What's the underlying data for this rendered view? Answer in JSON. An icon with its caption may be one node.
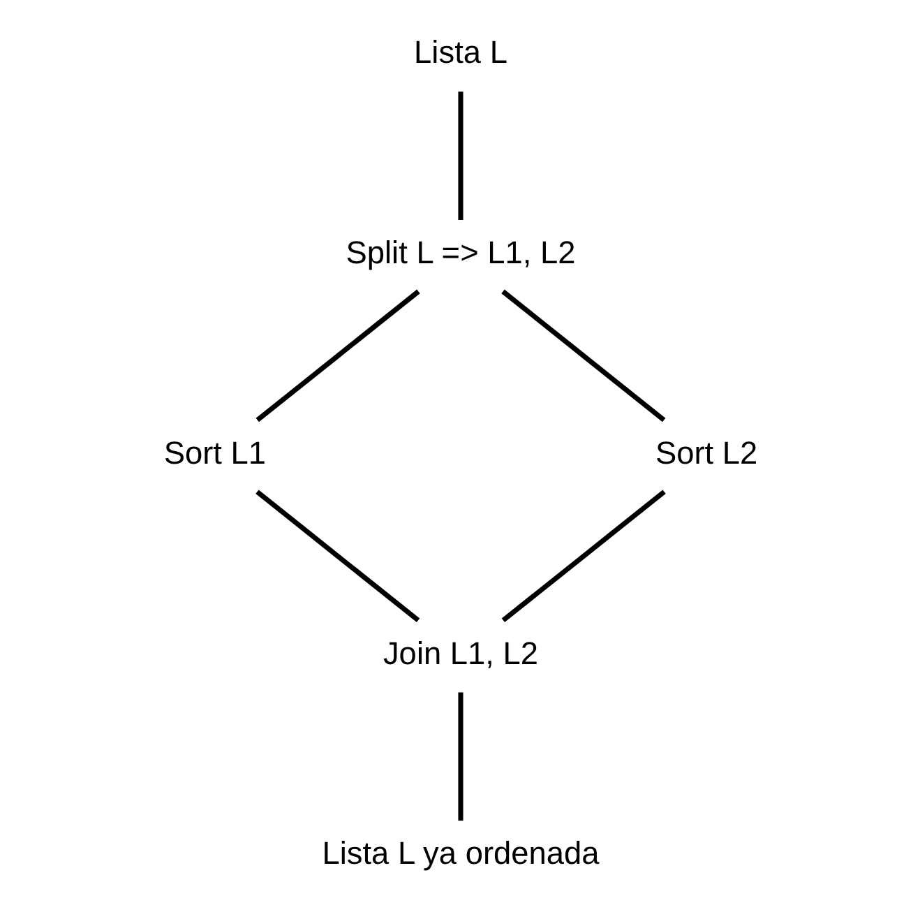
{
  "diagram": {
    "nodes": [
      {
        "text": [
          "Lista L"
        ]
      },
      {
        "text": [
          "Split L => L1, L2"
        ]
      },
      {
        "text": [
          "Sort L1"
        ]
      },
      {
        "text": [
          "Sort L2"
        ]
      },
      {
        "text": [
          "Join L1, L2"
        ]
      },
      {
        "text": [
          "Lista L ya ordenada"
        ]
      }
    ],
    "edges": [
      {
        "from": 0,
        "to": 1,
        "arrow": "none"
      },
      {
        "from": 1,
        "to": 2,
        "arrow": "none"
      },
      {
        "from": 1,
        "to": 3,
        "arrow": "none"
      },
      {
        "from": 2,
        "to": 4,
        "arrow": "none"
      },
      {
        "from": 3,
        "to": 4,
        "arrow": "none"
      },
      {
        "from": 4,
        "to": 5,
        "arrow": "none"
      }
    ]
  }
}
